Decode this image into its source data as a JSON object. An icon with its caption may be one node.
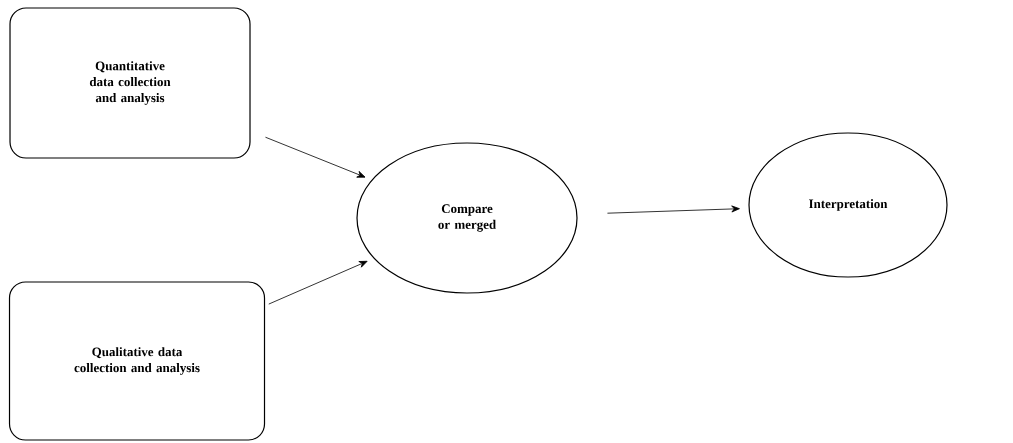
{
  "diagram": {
    "nodes": [
      {
        "text": [
          "Quantitative data collection and analysis"
        ]
      },
      {
        "text": [
          "Qualitative data collection and analysis"
        ]
      },
      {
        "text": [
          "Compare or merged"
        ]
      },
      {
        "text": [
          "Interpretation"
        ]
      }
    ],
    "edges": [
      {
        "from": 0,
        "to": 2,
        "arrow": "to"
      },
      {
        "from": 1,
        "to": 2,
        "arrow": "to"
      },
      {
        "from": 2,
        "to": 3,
        "arrow": "to"
      }
    ]
  }
}
